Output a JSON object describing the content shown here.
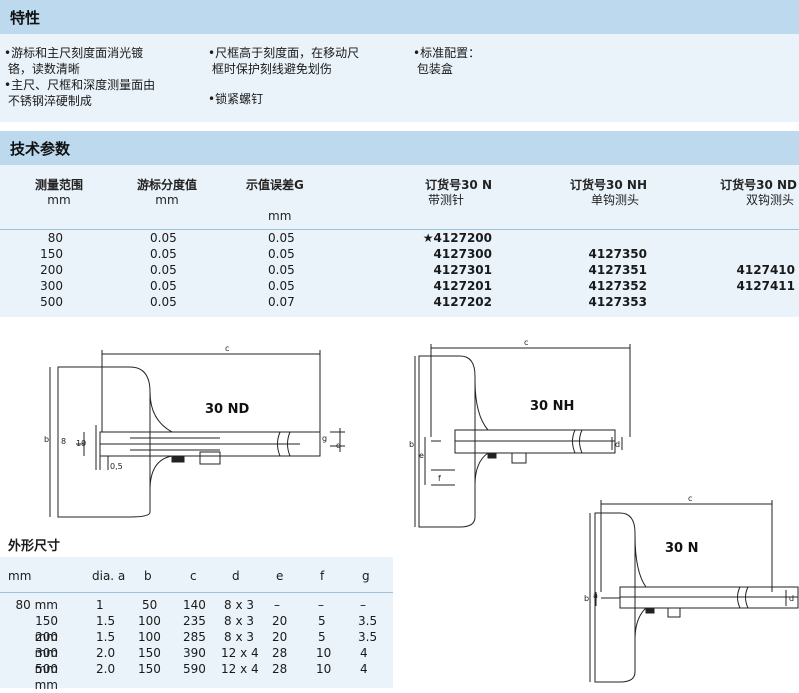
{
  "features": {
    "title": "特性",
    "items": [
      "•游标和主尺刻度面消光镀\n 铬，读数清晰",
      "•主尺、尺框和深度测量面由\n 不锈钢淬硬制成",
      "•尺框高于刻度面，在移动尺\n 框时保护刻线避免划伤",
      "•锁紧螺钉",
      "•标准配置：\n 包装盒"
    ]
  },
  "specs": {
    "title": "技术参数",
    "headers": {
      "range": "测量范围",
      "range_unit": "mm",
      "division": "游标分度值",
      "division_unit": "mm",
      "error": "示值误差G",
      "error_unit": "mm",
      "order_n": "订货号30 N",
      "order_n_sub": "带测针",
      "order_nh": "订货号30 NH",
      "order_nh_sub": "单钩测头",
      "order_nd": "订货号30 ND",
      "order_nd_sub": "双钩测头"
    },
    "rows": [
      {
        "range": "80",
        "division": "0.05",
        "error": "0.05",
        "n": "★4127200",
        "nh": "",
        "nd": ""
      },
      {
        "range": "150",
        "division": "0.05",
        "error": "0.05",
        "n": "4127300",
        "nh": "4127350",
        "nd": ""
      },
      {
        "range": "200",
        "division": "0.05",
        "error": "0.05",
        "n": "4127301",
        "nh": "4127351",
        "nd": "4127410"
      },
      {
        "range": "300",
        "division": "0.05",
        "error": "0.05",
        "n": "4127201",
        "nh": "4127352",
        "nd": "4127411"
      },
      {
        "range": "500",
        "division": "0.05",
        "error": "0.07",
        "n": "4127202",
        "nh": "4127353",
        "nd": ""
      }
    ]
  },
  "drawings": {
    "nd": {
      "model": "30 ND",
      "c": "c",
      "b": "b",
      "d": "d",
      "g": "g",
      "a8": "8",
      "a19": "19",
      "a05": "0,5"
    },
    "nh": {
      "model": "30 NH",
      "c": "c",
      "b": "b",
      "d": "d",
      "e": "e",
      "f": "f"
    },
    "n": {
      "model": "30 N",
      "c": "c",
      "b": "b",
      "d": "d",
      "a": "a"
    }
  },
  "dimensions": {
    "title": "外形尺寸",
    "headers": [
      "mm",
      "dia. a",
      "b",
      "c",
      "d",
      "e",
      "f",
      "g"
    ],
    "rows": [
      [
        "80 mm",
        "1",
        "50",
        "140",
        "8 x 3",
        "–",
        "–",
        "–"
      ],
      [
        "150 mm",
        "1.5",
        "100",
        "235",
        "8 x 3",
        "20",
        "5",
        "3.5"
      ],
      [
        "200 mm",
        "1.5",
        "100",
        "285",
        "8 x 3",
        "20",
        "5",
        "3.5"
      ],
      [
        "300 mm",
        "2.0",
        "150",
        "390",
        "12 x 4",
        "28",
        "10",
        "4"
      ],
      [
        "500 mm",
        "2.0",
        "150",
        "590",
        "12 x 4",
        "28",
        "10",
        "4"
      ]
    ]
  }
}
